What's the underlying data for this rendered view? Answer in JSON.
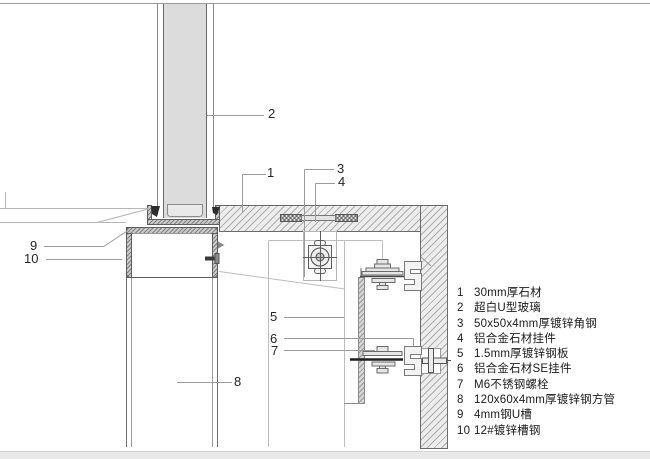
{
  "drawing": {
    "callouts": [
      {
        "label": "1"
      },
      {
        "label": "2"
      },
      {
        "label": "3"
      },
      {
        "label": "4"
      },
      {
        "label": "5"
      },
      {
        "label": "6"
      },
      {
        "label": "7"
      },
      {
        "label": "8"
      },
      {
        "label": "9"
      },
      {
        "label": "10"
      }
    ]
  },
  "legend": {
    "items": [
      {
        "num": "1",
        "text": "30mm厚石材"
      },
      {
        "num": "2",
        "text": "超白U型玻璃"
      },
      {
        "num": "3",
        "text": "50x50x4mm厚镀锌角钢"
      },
      {
        "num": "4",
        "text": "铝合金石材挂件"
      },
      {
        "num": "5",
        "text": "1.5mm厚镀锌钢板"
      },
      {
        "num": "6",
        "text": "铝合金石材SE挂件"
      },
      {
        "num": "7",
        "text": "M6不锈钢螺栓"
      },
      {
        "num": "8",
        "text": "120x60x4mm厚镀锌钢方管"
      },
      {
        "num": "9",
        "text": "4mm钢U槽"
      },
      {
        "num": "10",
        "text": "12#镀锌槽钢"
      }
    ]
  },
  "colors": {
    "background": "#ffffff",
    "glass_fill": "#dcdcdc",
    "stone_fill": "#ededed",
    "steel_fill": "#cbcbcb",
    "hatch_line": "#787878",
    "outline_dark": "#4d4d4d",
    "outline_light": "#b3b3b3",
    "text": "#1c1c1c"
  }
}
